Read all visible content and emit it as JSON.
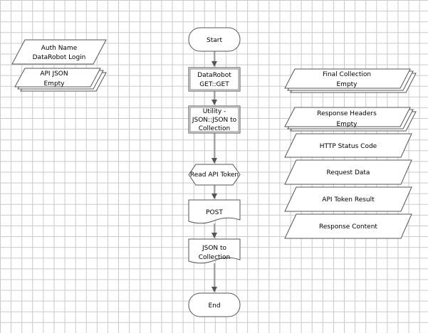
{
  "flow": {
    "start": "Start",
    "datarobot_get": [
      "DataRobot",
      "GET::GET"
    ],
    "utility_json": [
      "Utility -",
      "JSON::JSON to",
      "Collection"
    ],
    "read_api_token": "Read API Token",
    "post": "POST",
    "json_to_collection": [
      "JSON to",
      "Collection"
    ],
    "end": "End"
  },
  "left_data": {
    "auth": [
      "Auth Name",
      "DataRobot Login"
    ],
    "api_json": [
      "API JSON",
      "Empty"
    ]
  },
  "right_data": {
    "final_collection": [
      "Final Collection",
      "Empty"
    ],
    "response_headers": [
      "Response Headers",
      "Empty"
    ],
    "http_status_code": "HTTP Status Code",
    "request_data": "Request Data",
    "api_token_result": "API Token Result",
    "response_content": "Response Content"
  },
  "colors": {
    "stroke": "#555555",
    "fill": "#ffffff",
    "connector": "#555555",
    "grid": "#c9c9c9"
  }
}
